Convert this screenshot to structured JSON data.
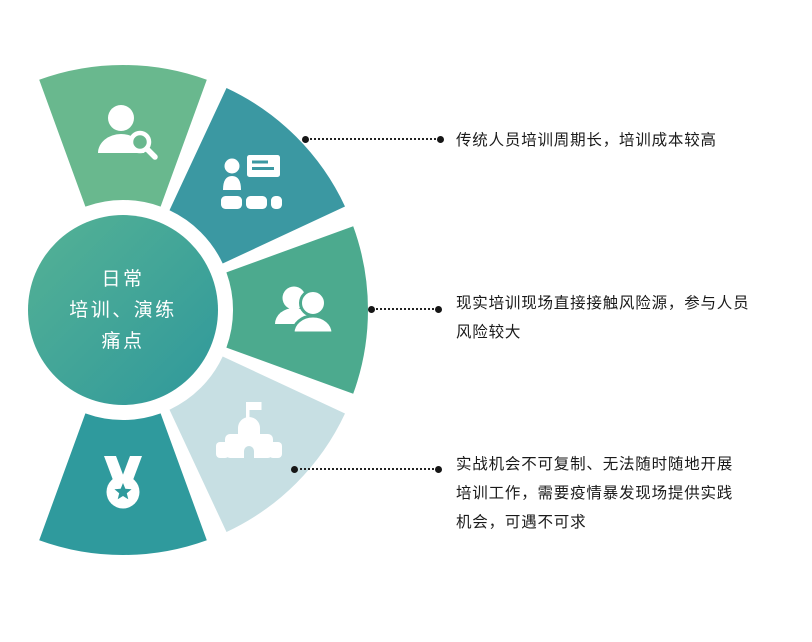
{
  "center": {
    "lines": [
      "日常",
      "培训、演练",
      "痛点"
    ],
    "color_from": "#55b295",
    "color_to": "#2f989b"
  },
  "wedges": [
    {
      "icon": "person-search-icon",
      "color": "#69b88e"
    },
    {
      "icon": "classroom-presenter-icon",
      "color": "#3b98a2"
    },
    {
      "icon": "people-group-icon",
      "color": "#4caa8e"
    },
    {
      "icon": "building-flag-icon",
      "color": "#c7dfe3"
    },
    {
      "icon": "medal-star-icon",
      "color": "#2f9a9d"
    }
  ],
  "callouts": [
    {
      "lines": [
        "传统人员培训周期长，培训成本较高"
      ]
    },
    {
      "lines": [
        "现实培训现场直接接触风险源，参与人员",
        "风险较大"
      ]
    },
    {
      "lines": [
        "实战机会不可复制、无法随时随地开展",
        "培训工作，需要疫情暴发现场提供实践",
        "机会，可遇不可求"
      ]
    }
  ],
  "connector_color": "#1a1a1a"
}
